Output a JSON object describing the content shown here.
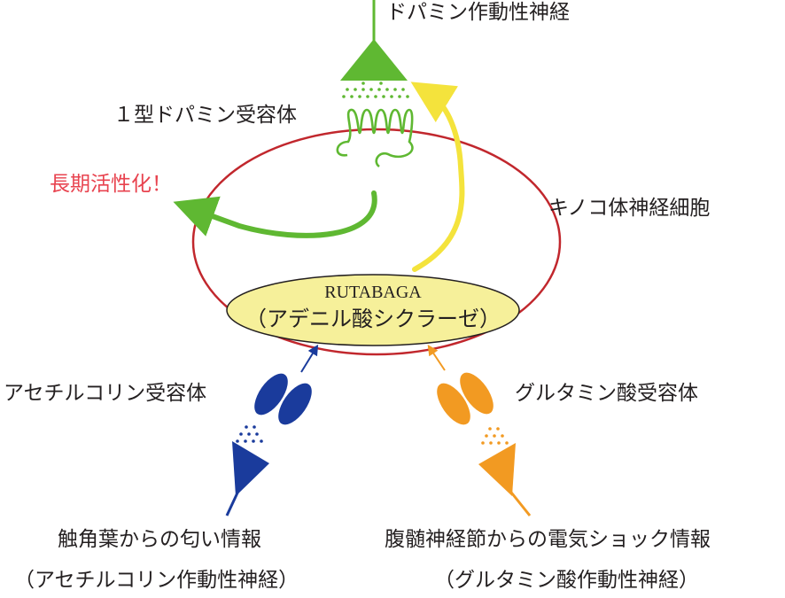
{
  "labels": {
    "dopamine_neuron": "ドパミン作動性神経",
    "d1_receptor": "１型ドパミン受容体",
    "ltp": "長期活性化！",
    "kenyon_cell": "キノコ体神経細胞",
    "enzyme_name": "RUTABAGA",
    "enzyme_desc": "（アデニル酸シクラーゼ）",
    "ach_receptor": "アセチルコリン受容体",
    "glu_receptor": "グルタミン酸受容体",
    "odor_input": "触角葉からの匂い情報",
    "odor_input_sub": "（アセチルコリン作動性神経）",
    "shock_input": "腹髄神経節からの電気ショック情報",
    "shock_input_sub": "（グルタミン酸作動性神経）"
  },
  "colors": {
    "cell_outline": "#c1272d",
    "dopamine_green": "#5fb832",
    "ltp_text": "#e8434f",
    "camp_yellow": "#f4e33c",
    "enzyme_fill": "#f6f09a",
    "ach_blue": "#1a3b9c",
    "glu_orange": "#f29a22"
  }
}
